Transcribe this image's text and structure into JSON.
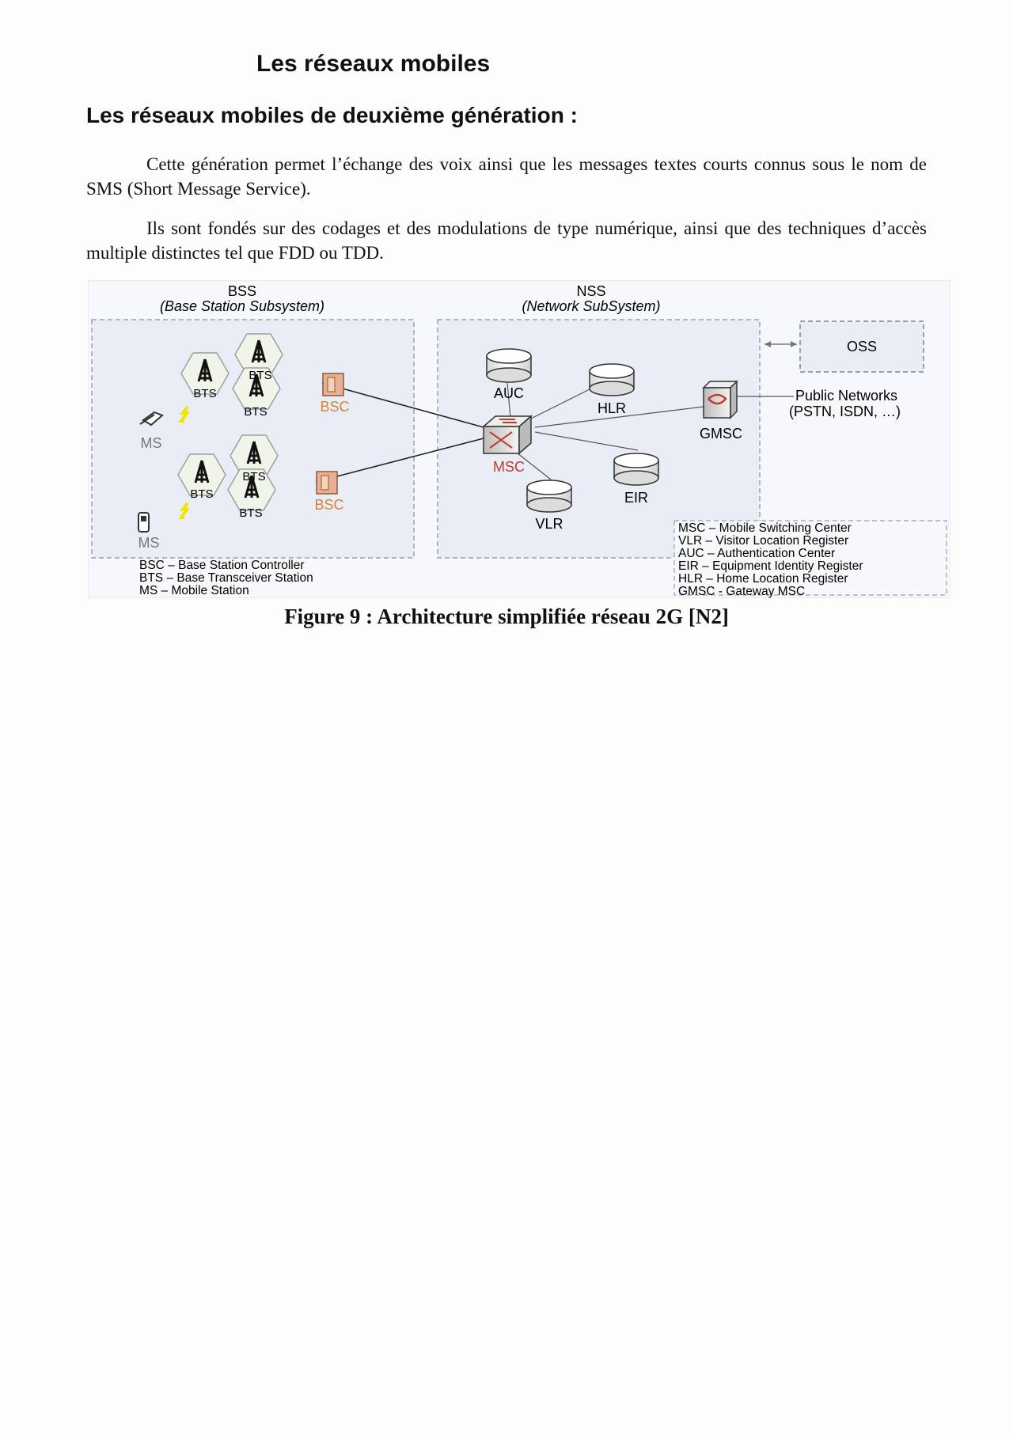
{
  "page": {
    "title": "Les réseaux mobiles",
    "subtitle": "Les réseaux mobiles de deuxième génération :",
    "paragraphs": [
      "Cette génération permet l’échange des voix ainsi que les messages textes courts connus sous le nom de SMS (Short Message Service).",
      "Ils sont fondés sur des codages et des modulations de type numérique, ainsi que des techniques d’accès multiple distinctes tel que FDD ou TDD."
    ],
    "caption": "Figure 9 : Architecture simplifiée réseau 2G [N2]"
  },
  "diagram": {
    "bss_title": "BSS",
    "bss_subtitle": "(Base Station Subsystem)",
    "nss_title": "NSS",
    "nss_subtitle": "(Network SubSystem)",
    "oss": "OSS",
    "bts": "BTS",
    "bsc": "BSC",
    "ms": "MS",
    "msc": "MSC",
    "auc": "AUC",
    "hlr": "HLR",
    "vlr": "VLR",
    "eir": "EIR",
    "gmsc": "GMSC",
    "public_networks_1": "Public Networks",
    "public_networks_2": "(PSTN, ISDN, …)",
    "legend_left": [
      "BSC – Base Station Controller",
      "BTS – Base Transceiver Station",
      "MS – Mobile Station"
    ],
    "legend_right": [
      "MSC – Mobile Switching Center",
      "VLR – Visitor Location Register",
      "AUC – Authentication Center",
      "EIR – Equipment Identity Register",
      "HLR – Home Location Register",
      "GMSC - Gateway MSC"
    ],
    "colors": {
      "panel": "#e9eef6",
      "box_border": "#9aa0a8",
      "accent_red": "#c0392b",
      "bsc_text": "#d9803a",
      "lightning": "#f2e600"
    }
  }
}
